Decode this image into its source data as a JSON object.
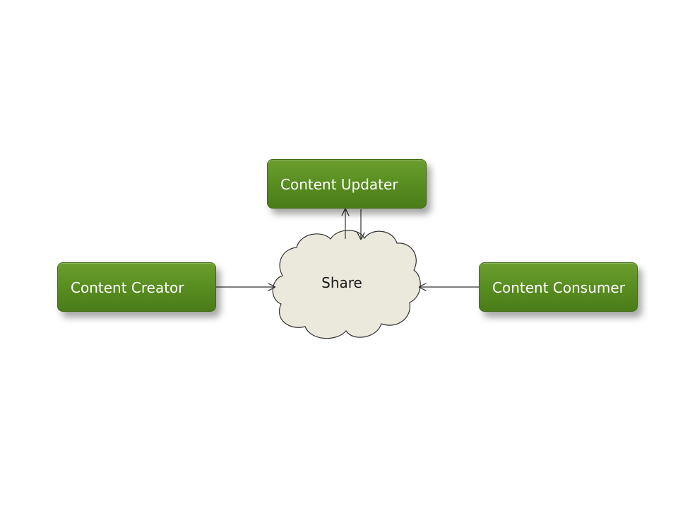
{
  "diagram": {
    "nodes": {
      "updater": "Content Updater",
      "creator": "Content Creator",
      "consumer": "Content Consumer",
      "share": "Share"
    },
    "colors": {
      "box_fill": "#5a8f22",
      "cloud_fill": "#ebe8dc",
      "line": "#333333"
    },
    "edges": [
      {
        "from": "creator",
        "to": "share"
      },
      {
        "from": "consumer",
        "to": "share"
      },
      {
        "from": "share",
        "to": "updater"
      },
      {
        "from": "updater",
        "to": "share"
      }
    ]
  }
}
